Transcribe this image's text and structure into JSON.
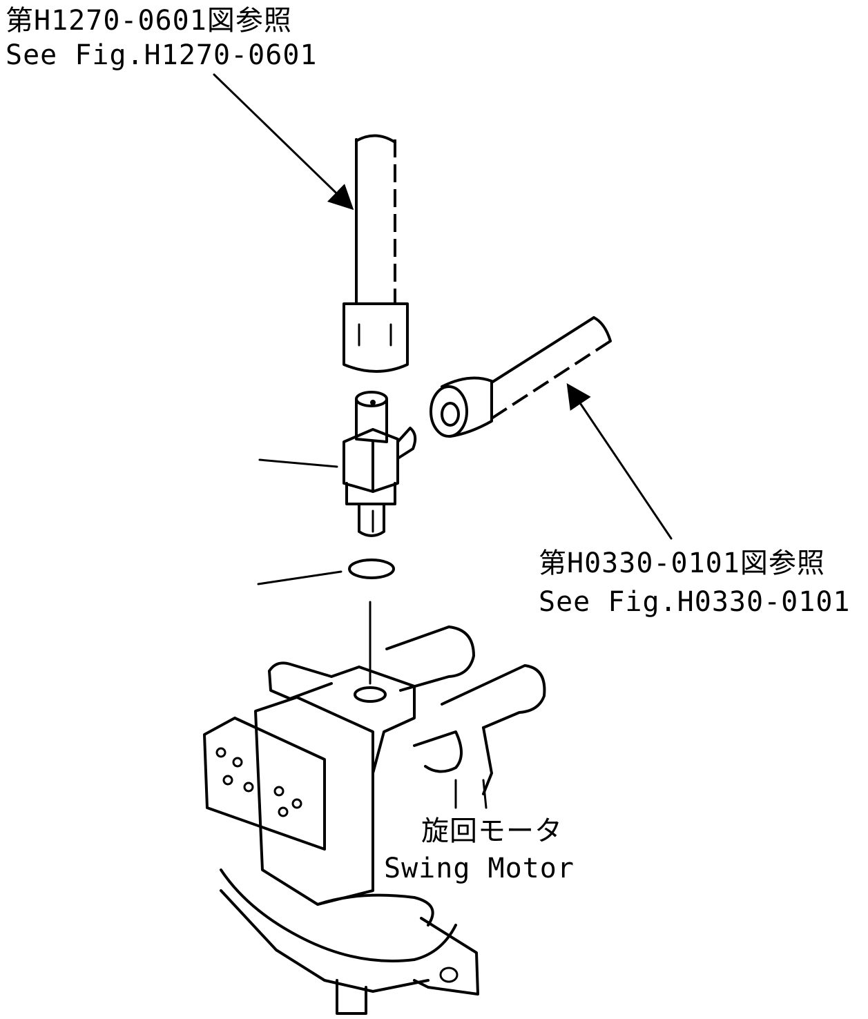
{
  "callouts": {
    "top_jp": "第H1270-0601図参照",
    "top_en": "See Fig.H1270-0601",
    "right_jp": "第H0330-0101図参照",
    "right_en": "See Fig.H0330-0101",
    "motor_jp": "旋回モータ",
    "motor_en": "Swing Motor"
  }
}
